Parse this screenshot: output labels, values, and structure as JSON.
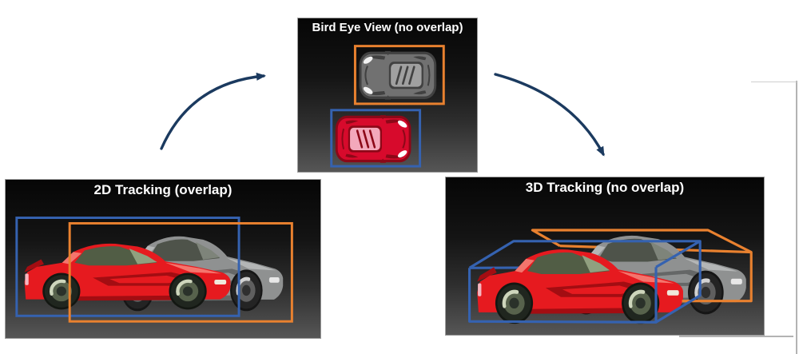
{
  "figure": {
    "bird_eye_panel": {
      "title": "Bird Eye View (no overlap)"
    },
    "tracking_2d_panel": {
      "title": "2D Tracking (overlap)"
    },
    "tracking_3d_panel": {
      "title": "3D Tracking (no overlap)"
    }
  },
  "colors": {
    "bounding_box_blue": "#3562b0",
    "bounding_box_orange": "#e9812f",
    "arrow_dark_blue": "#1b3a5f",
    "red_car_body": "#e61a1f",
    "gray_car_body": "#8f9191",
    "title_text": "#ffffff"
  },
  "tracked_objects": [
    {
      "name": "red-car",
      "box_color_hex": "#3562b0"
    },
    {
      "name": "gray-car",
      "box_color_hex": "#e9812f"
    }
  ]
}
